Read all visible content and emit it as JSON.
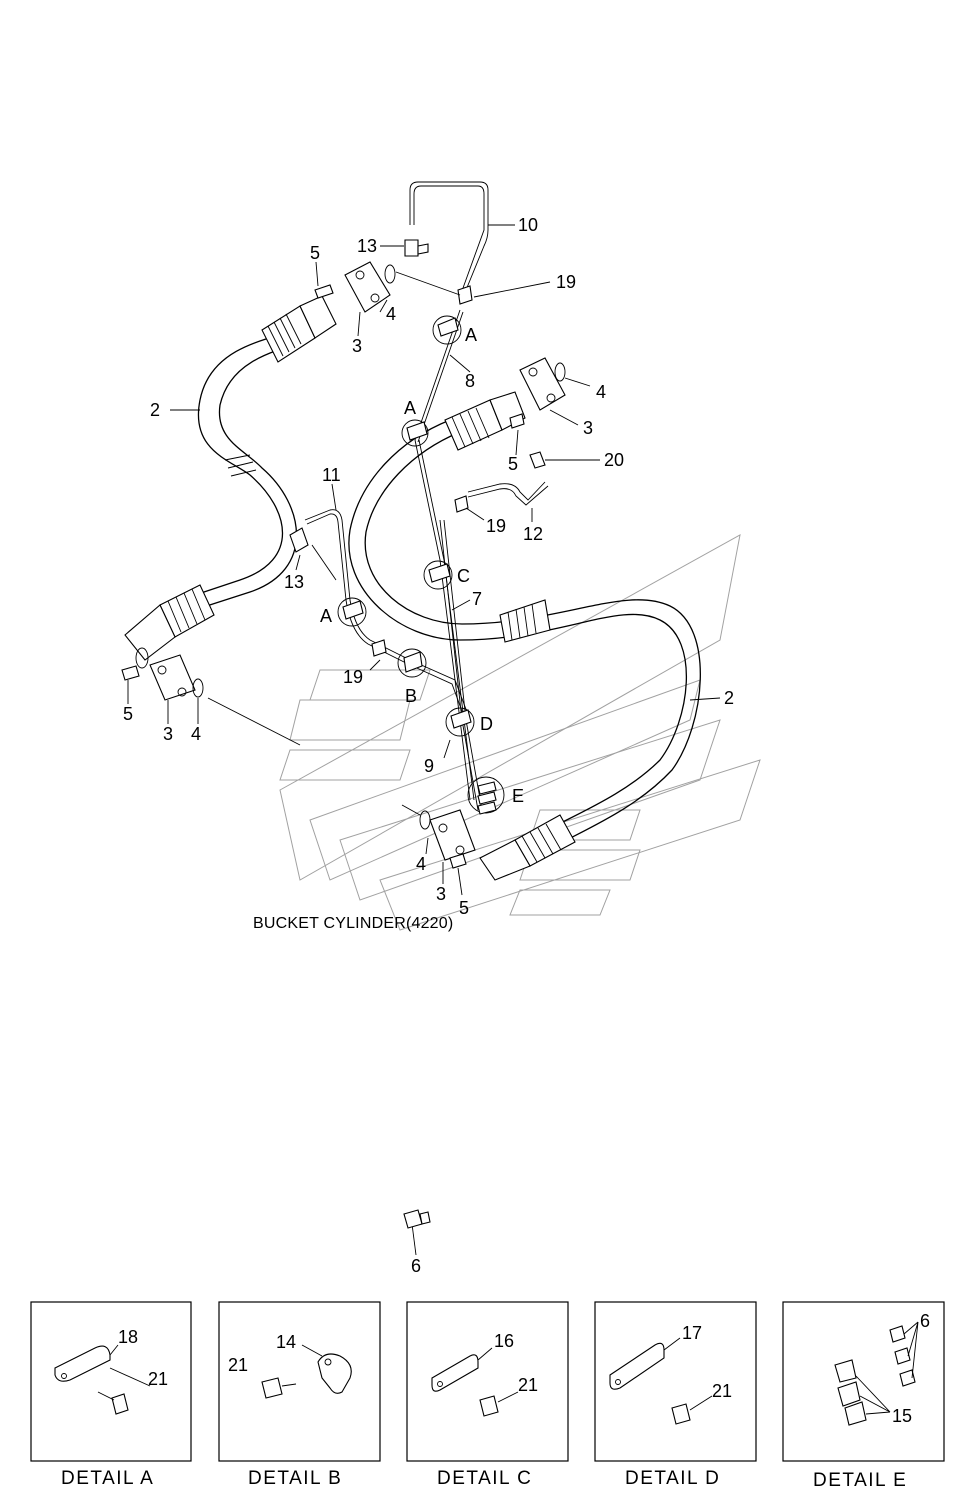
{
  "main": {
    "caption": "BUCKET CYLINDER(4220)",
    "callouts": {
      "c10": "10",
      "c13a": "13",
      "c5a": "5",
      "c19a": "19",
      "c4a": "4",
      "c3a": "3",
      "cAa": "A",
      "c8": "8",
      "c2a": "2",
      "c4b": "4",
      "c3b": "3",
      "cAb": "A",
      "c5b": "5",
      "c20": "20",
      "c11": "11",
      "c19b": "19",
      "c12": "12",
      "c13b": "13",
      "cC": "C",
      "c7": "7",
      "cAc": "A",
      "c19c": "19",
      "cB": "B",
      "c2b": "2",
      "c5c": "5",
      "c3c": "3",
      "c4c": "4",
      "cD": "D",
      "c9": "9",
      "cE": "E",
      "c4d": "4",
      "c3d": "3",
      "c5d": "5",
      "c6": "6"
    }
  },
  "details": [
    {
      "title": "DETAIL  A",
      "labels": [
        "18",
        "21"
      ]
    },
    {
      "title": "DETAIL  B",
      "labels": [
        "14",
        "21"
      ]
    },
    {
      "title": "DETAIL  C",
      "labels": [
        "16",
        "21"
      ]
    },
    {
      "title": "DETAIL  D",
      "labels": [
        "17",
        "21"
      ]
    },
    {
      "title": "DETAIL  E",
      "labels": [
        "6",
        "15"
      ]
    }
  ]
}
